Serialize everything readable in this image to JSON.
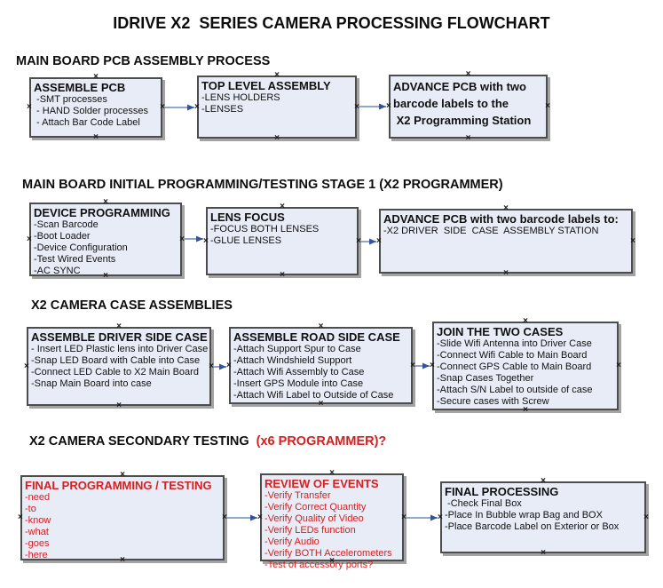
{
  "title": "IDRIVE X2  SERIES CAMERA PROCESSING FLOWCHART",
  "glyphs": {
    "anchor": "×"
  },
  "colors": {
    "box_fill": "#e7ecf6",
    "box_border": "#4d4d4d",
    "box_shadow": "#a3a3a3",
    "arrow_line": "#8fa6ce",
    "arrow_head": "#33549c",
    "red_text": "#d42020",
    "text": "#111111",
    "background": "#ffffff"
  },
  "sections": [
    {
      "heading": "MAIN BOARD PCB ASSEMBLY PROCESS",
      "boxes": [
        {
          "title": "ASSEMBLE PCB",
          "items": [
            " -SMT processes",
            " - HAND Solder processes",
            " - Attach Bar Code Label"
          ]
        },
        {
          "title": "TOP LEVEL ASSEMBLY",
          "items": [
            "-LENS HOLDERS",
            "-LENSES"
          ]
        },
        {
          "title": "ADVANCE PCB with two",
          "items": [
            "barcode labels to the",
            " X2 Programming Station"
          ]
        }
      ]
    },
    {
      "heading": "MAIN BOARD INITIAL PROGRAMMING/TESTING STAGE 1 (X2 PROGRAMMER)",
      "boxes": [
        {
          "title": "DEVICE PROGRAMMING",
          "items": [
            "-Scan Barcode",
            "-Boot Loader",
            "-Device Configuration",
            "-Test Wired Events",
            "-AC SYNC"
          ]
        },
        {
          "title": "LENS FOCUS",
          "items": [
            "-FOCUS BOTH LENSES",
            "-GLUE LENSES"
          ]
        },
        {
          "title": "ADVANCE PCB with two barcode labels to:",
          "items": [
            "-X2 DRIVER  SIDE  CASE  ASSEMBLY STATION"
          ]
        }
      ]
    },
    {
      "heading": "X2 CAMERA CASE ASSEMBLIES",
      "boxes": [
        {
          "title": "ASSEMBLE DRIVER SIDE CASE",
          "items": [
            "- Insert LED Plastic lens into Driver Case",
            "-Snap LED Board with Cable into Case",
            "-Connect LED Cable to X2 Main Board",
            "-Snap Main Board into case"
          ]
        },
        {
          "title": "ASSEMBLE ROAD SIDE CASE",
          "items": [
            "-Attach Support Spur to Case",
            "-Attach Windshield Support",
            "-Attach Wifi Assembly to Case",
            "-Insert GPS Module into Case",
            "-Attach Wifi Label to Outside of Case"
          ]
        },
        {
          "title": "JOIN THE TWO CASES",
          "items": [
            "-Slide Wifi Antenna into Driver Case",
            "-Connect Wifi Cable to Main Board",
            "-Connect GPS Cable to Main Board",
            "-Snap Cases Together",
            "-Attach S/N Label to outside of case",
            "-Secure cases with Screw"
          ]
        }
      ]
    },
    {
      "heading": "X2 CAMERA SECONDARY TESTING ",
      "heading_red_suffix": " (x6 PROGRAMMER)?",
      "boxes": [
        {
          "title": "FINAL PROGRAMMING / TESTING",
          "items": [
            "-need",
            "-to",
            "-know",
            "-what",
            "-goes",
            "-here"
          ]
        },
        {
          "title": "REVIEW OF EVENTS",
          "items": [
            "-Verify Transfer",
            "-Verify Correct Quantity",
            "-Verify Quality of Video",
            "-Verify LEDs function",
            "-Verify Audio",
            "-Verify BOTH Accelerometers",
            "-Test of accessory ports?"
          ]
        },
        {
          "title": "FINAL PROCESSING",
          "items": [
            " -Check Final Box",
            "-Place In Bubble wrap Bag and BOX",
            "-Place Barcode Label on Exterior or Box"
          ]
        }
      ]
    }
  ]
}
